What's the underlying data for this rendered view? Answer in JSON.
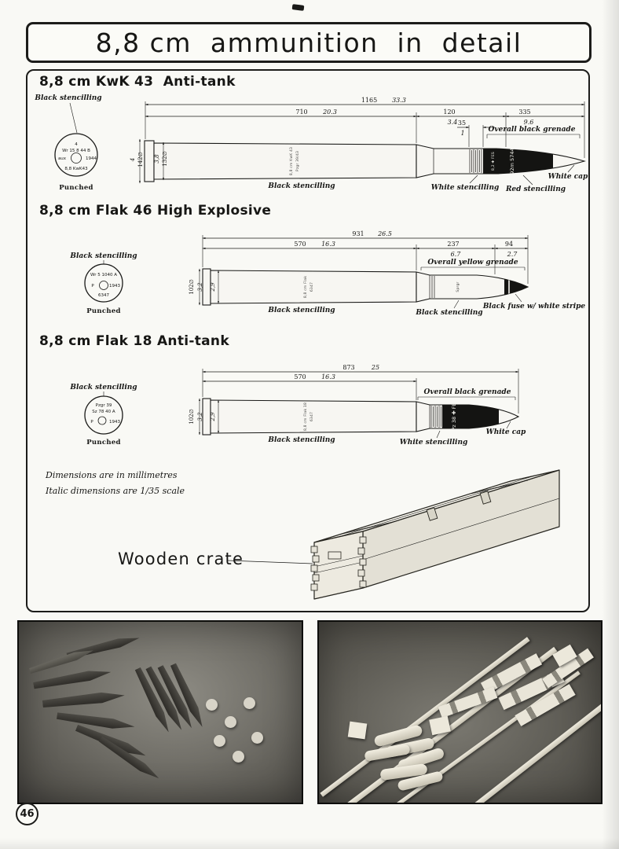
{
  "page": {
    "title": "8,8 cm  ammunition  in  detail",
    "page_number": "46",
    "note1": "Dimensions are in millimetres",
    "note2": "Italic dimensions are 1/35 scale",
    "crate_label": "Wooden crate",
    "colors": {
      "ink": "#1a1a18",
      "paper": "#f9f9f5"
    }
  },
  "shell1": {
    "heading": "8,8 cm KwK 43  Anti-tank",
    "stamp_label": "Black stencilling",
    "stamp_caption": "Punched",
    "stamp_t1": "4",
    "stamp_t2": "Wr 15 8 44 B",
    "stamp_t3": "aux",
    "stamp_t4": "1944",
    "stamp_t5": "8,8 KwK43",
    "dim_total": "1165",
    "dim_total_s": "33.3",
    "dim_case": "710",
    "dim_case_s": "20.3",
    "dim_mid": "120",
    "dim_mid_s": "3.4",
    "dim_band": "35",
    "dim_band_s": "1",
    "dim_proj": "335",
    "dim_proj_s": "9.6",
    "dia_a": "4",
    "dia_b": "142∅",
    "dia_c": "3,8",
    "dia_d": "132∅",
    "lbl_grenade": "Overall black grenade",
    "lbl_case": "Black stencilling",
    "lbl_band": "White stencilling",
    "lbl_red": "Red stencilling",
    "lbl_cap": "White cap",
    "mark_case1": "8,8 cm KwK 43",
    "mark_case2": "Pzgr 39/43",
    "mark_g1": "8,2 ✚ FES",
    "mark_g2": "92m 5744"
  },
  "shell2": {
    "heading": "8,8 cm Flak 46 High Explosive",
    "stamp_label": "Black stencilling",
    "stamp_caption": "Punched",
    "stamp_t1": "Wr 5 1040 A",
    "stamp_t2": "P",
    "stamp_t3": "1943",
    "stamp_t4": "6347",
    "dim_total": "931",
    "dim_total_s": "26.5",
    "dim_case": "570",
    "dim_case_s": "16.3",
    "dim_mid": "237",
    "dim_mid_s": "6.7",
    "dim_tip": "94",
    "dim_tip_s": "2.7",
    "dia_a": "102∅",
    "dia_b": "3,2",
    "dia_c": "2,9",
    "lbl_grenade": "Overall yellow grenade",
    "lbl_case": "Black stencilling",
    "lbl_gren_sten": "Black stencilling",
    "lbl_fuse": "Black fuse w/ white stripe",
    "mark_case1": "8,8 cm Flak",
    "mark_case2": "6347",
    "mark_g1": "Sprgr"
  },
  "shell3": {
    "heading": "8,8 cm Flak 18 Anti-tank",
    "stamp_label": "Black stencilling",
    "stamp_caption": "Punched",
    "stamp_t1": "Pzgr 39",
    "stamp_t2": "Sz 78 40 A",
    "stamp_t3": "P",
    "stamp_t4": "1943",
    "dim_total": "873",
    "dim_total_s": "25",
    "dim_case": "570",
    "dim_case_s": "16.3",
    "dia_a": "102∅",
    "dia_b": "3,2",
    "dia_c": "2,9",
    "lbl_grenade": "Overall black grenade",
    "lbl_case": "Black stencilling",
    "lbl_band": "White stencilling",
    "lbl_cap": "White cap",
    "mark_case1": "8,8 cm Flak 18",
    "mark_case2": "6347",
    "mark_g1": "Pz 38 ✚ FE"
  }
}
